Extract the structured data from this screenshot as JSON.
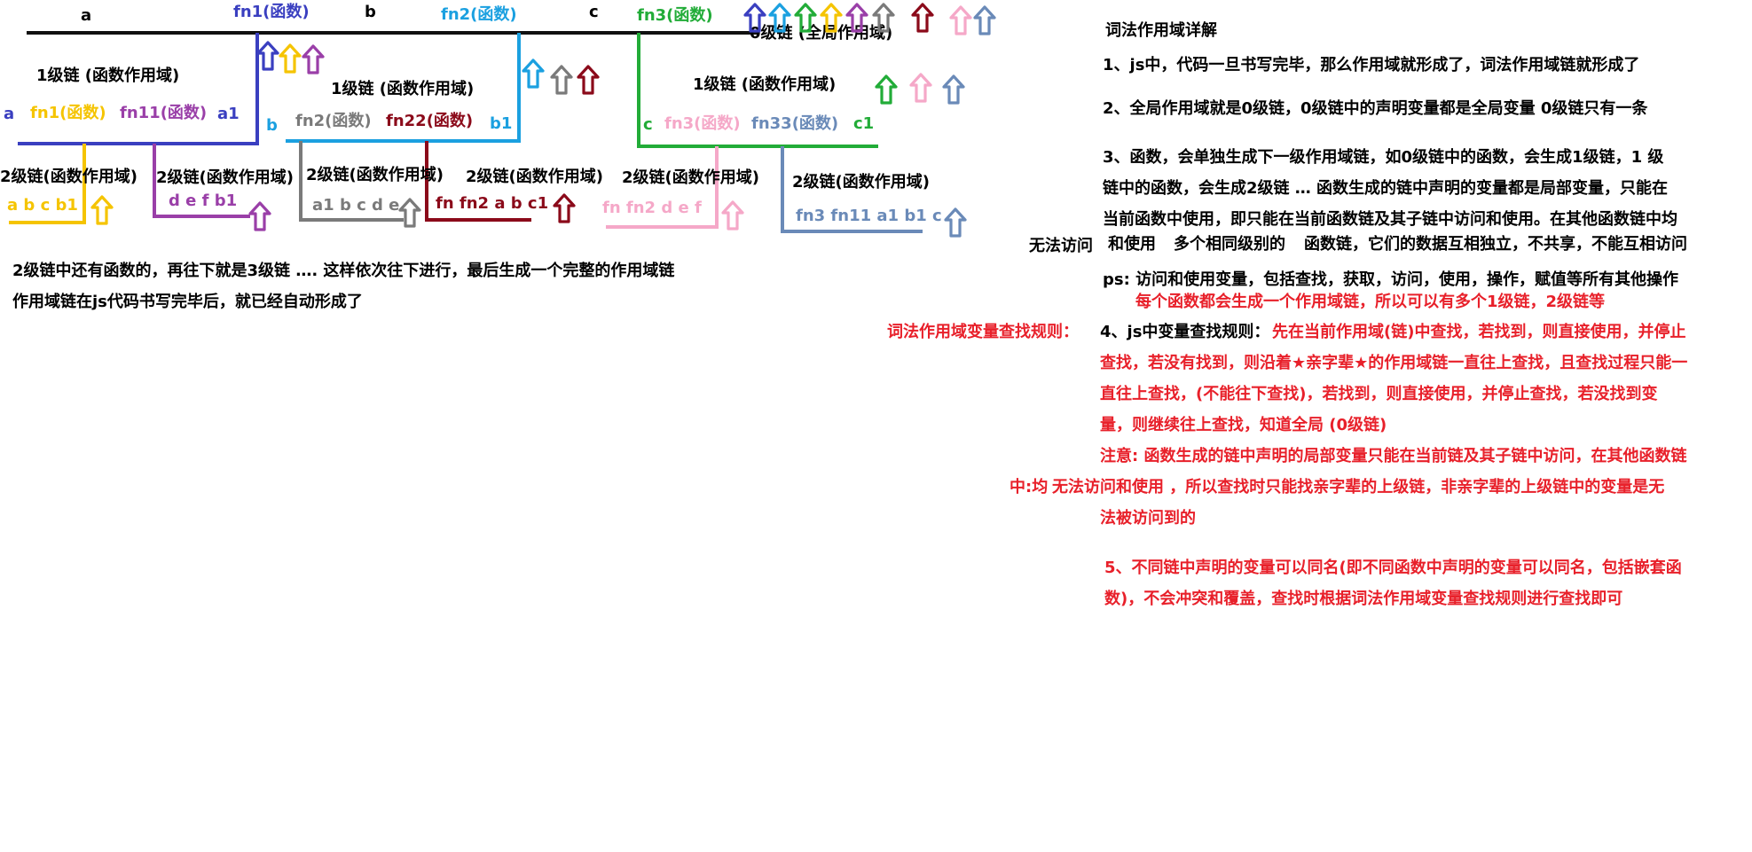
{
  "colors": {
    "black": "#111111",
    "blue": "#3a3fc0",
    "yellow": "#f5c400",
    "purple": "#9a3fa8",
    "skyblue": "#1ba0e0",
    "gray": "#7a7a7a",
    "darkred": "#8b0a1a",
    "green": "#22ac38",
    "pink": "#f5a8c8",
    "steel": "#6a8ab8",
    "red": "#e8202a"
  },
  "diagram": {
    "top": {
      "a": "a",
      "fn1": "fn1(函数)",
      "b": "b",
      "fn2": "fn2(函数)",
      "c": "c",
      "fn3": "fn3(函数)",
      "level0": "0级链 (全局作用域)"
    },
    "fn1_chain": {
      "label": "1级链 (函数作用域)",
      "a": "a",
      "fn1": "fn1(函数)",
      "fn11": "fn11(函数)",
      "a1": "a1"
    },
    "fn2_chain": {
      "label": "1级链 (函数作用域)",
      "b": "b",
      "fn2": "fn2(函数)",
      "fn22": "fn22(函数)",
      "b1": "b1"
    },
    "fn3_chain": {
      "label": "1级链 (函数作用域)",
      "c": "c",
      "fn3": "fn3(函数)",
      "fn33": "fn33(函数)",
      "c1": "c1"
    },
    "level2": [
      {
        "label": "2级链(函数作用域)",
        "vars": "a b c b1"
      },
      {
        "label": "2级链(函数作用域)",
        "vars": "d e f b1"
      },
      {
        "label": "2级链(函数作用域)",
        "vars": "a1 b c d e"
      },
      {
        "label": "2级链(函数作用域)",
        "vars": "fn fn2 a b c1"
      },
      {
        "label": "2级链(函数作用域)",
        "vars": "fn fn2 d e f"
      },
      {
        "label": "2级链(函数作用域)",
        "vars": "fn3 fn11 a1 b1 c"
      }
    ],
    "note1": "2级链中还有函数的，再往下就是3级链 …. 这样依次往下进行，最后生成一个完整的作用域链",
    "note2": "作用域链在js代码书写完毕后，就已经自动形成了"
  },
  "right": {
    "title": "词法作用域详解",
    "p1": "1、js中，代码一旦书写完毕，那么作用域就形成了，词法作用域链就形成了",
    "p2": "2、全局作用域就是0级链，0级链中的声明变量都是全局变量   0级链只有一条",
    "p3_1": "3、函数，会单独生成下一级作用域链，如0级链中的函数，会生成1级链，1 级",
    "p3_2": "链中的函数，会生成2级链 … 函数生成的链中声明的变量都是局部变量，只能在",
    "p3_3": "当前函数中使用，即只能在当前函数链及其子链中访问和使用。在其他函数链中均",
    "p3_4a": "无法访问",
    "p3_4b": "和使用",
    "p3_4c": "多个相同级别的",
    "p3_4d": "函数链，它们的数据互相独立，不共享，不能互相访问",
    "ps": "ps: 访问和使用变量，包括查找，获取，访问，使用，操作，赋值等所有其他操作",
    "red_note": "每个函数都会生成一个作用域链，所以可以有多个1级链，2级链等",
    "rule_label": "词法作用域变量查找规则：",
    "p4_head": "4、js中变量查找规则：",
    "p4_1": "先在当前作用域(链)中查找，若找到，则直接使用，并停止",
    "p4_2": "查找，若没有找到，则沿着★亲字辈★的作用域链一直往上查找，且查找过程只能一",
    "p4_3": "直往上查找，(不能往下查找)，若找到，则直接使用，并停止查找，若没找到变",
    "p4_4": "量，则继续往上查找，知道全局 (0级链)",
    "note_1": "注意: 函数生成的链中声明的局部变量只能在当前链及其子链中访问，在其他函数链",
    "note_2a": "中:均",
    "note_2b": "无法访问和使用 ，所以查找时只能找亲字辈的上级链，非亲字辈的上级链中的变量是无",
    "note_3": "法被访问到的",
    "p5_1": "5、不同链中声明的变量可以同名(即不同函数中声明的变量可以同名，包括嵌套函",
    "p5_2": "数)，不会冲突和覆盖，查找时根据词法作用域变量查找规则进行查找即可"
  }
}
